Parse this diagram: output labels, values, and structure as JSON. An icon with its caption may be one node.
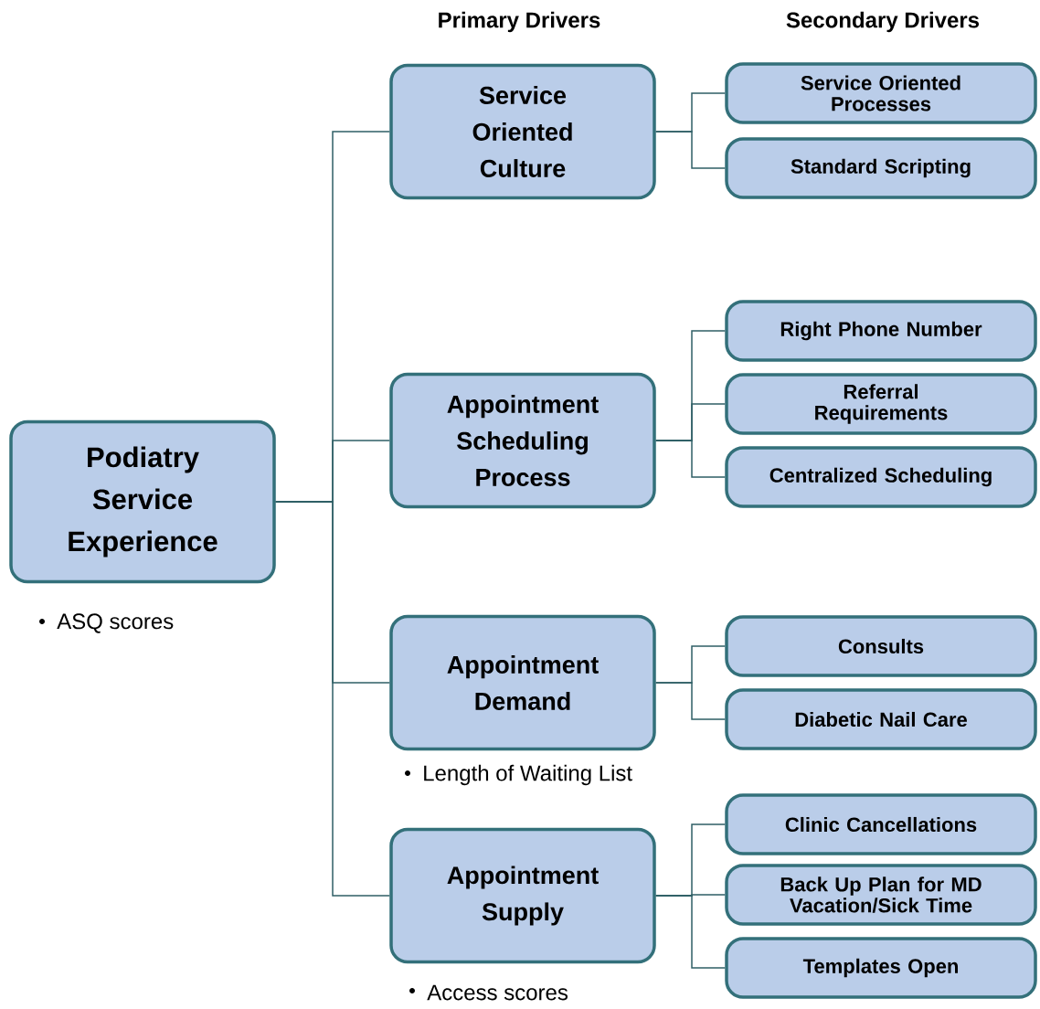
{
  "diagram": {
    "nodes": [
      {
        "text": [
          "Podiatry Service Experience"
        ],
        "beside": [
          "ASQ scores"
        ]
      },
      {
        "text": [
          "Service Oriented Culture"
        ]
      },
      {
        "text": [
          "Appointment Scheduling Process"
        ]
      },
      {
        "text": [
          "Appointment Demand"
        ],
        "beside": [
          "Length of Waiting List"
        ]
      },
      {
        "text": [
          "Appointment Supply"
        ],
        "beside": [
          "Access scores"
        ]
      },
      {
        "text": [
          "Service Oriented Processes"
        ]
      },
      {
        "text": [
          "Standard Scripting"
        ]
      },
      {
        "text": [
          "Right Phone Number"
        ]
      },
      {
        "text": [
          "Referral Requirements"
        ]
      },
      {
        "text": [
          "Centralized Scheduling"
        ]
      },
      {
        "text": [
          "Consults"
        ]
      },
      {
        "text": [
          "Diabetic Nail Care"
        ]
      },
      {
        "text": [
          "Clinic Cancellations"
        ]
      },
      {
        "text": [
          "Back Up Plan for MD Vacation/Sick Time"
        ]
      },
      {
        "text": [
          "Templates Open"
        ]
      }
    ],
    "edges": [
      {
        "from": 0,
        "to": 1,
        "arrow": "none"
      },
      {
        "from": 0,
        "to": 2,
        "arrow": "none"
      },
      {
        "from": 0,
        "to": 3,
        "arrow": "none"
      },
      {
        "from": 0,
        "to": 4,
        "arrow": "none"
      },
      {
        "from": 1,
        "to": 5,
        "arrow": "none"
      },
      {
        "from": 1,
        "to": 6,
        "arrow": "none"
      },
      {
        "from": 2,
        "to": 7,
        "arrow": "none"
      },
      {
        "from": 2,
        "to": 8,
        "arrow": "none"
      },
      {
        "from": 2,
        "to": 9,
        "arrow": "none"
      },
      {
        "from": 3,
        "to": 10,
        "arrow": "none"
      },
      {
        "from": 3,
        "to": 11,
        "arrow": "none"
      },
      {
        "from": 4,
        "to": 12,
        "arrow": "none"
      },
      {
        "from": 4,
        "to": 13,
        "arrow": "none"
      },
      {
        "from": 4,
        "to": 14,
        "arrow": "none"
      }
    ],
    "labels": [
      "Primary Drivers",
      "Secondary Drivers"
    ]
  }
}
